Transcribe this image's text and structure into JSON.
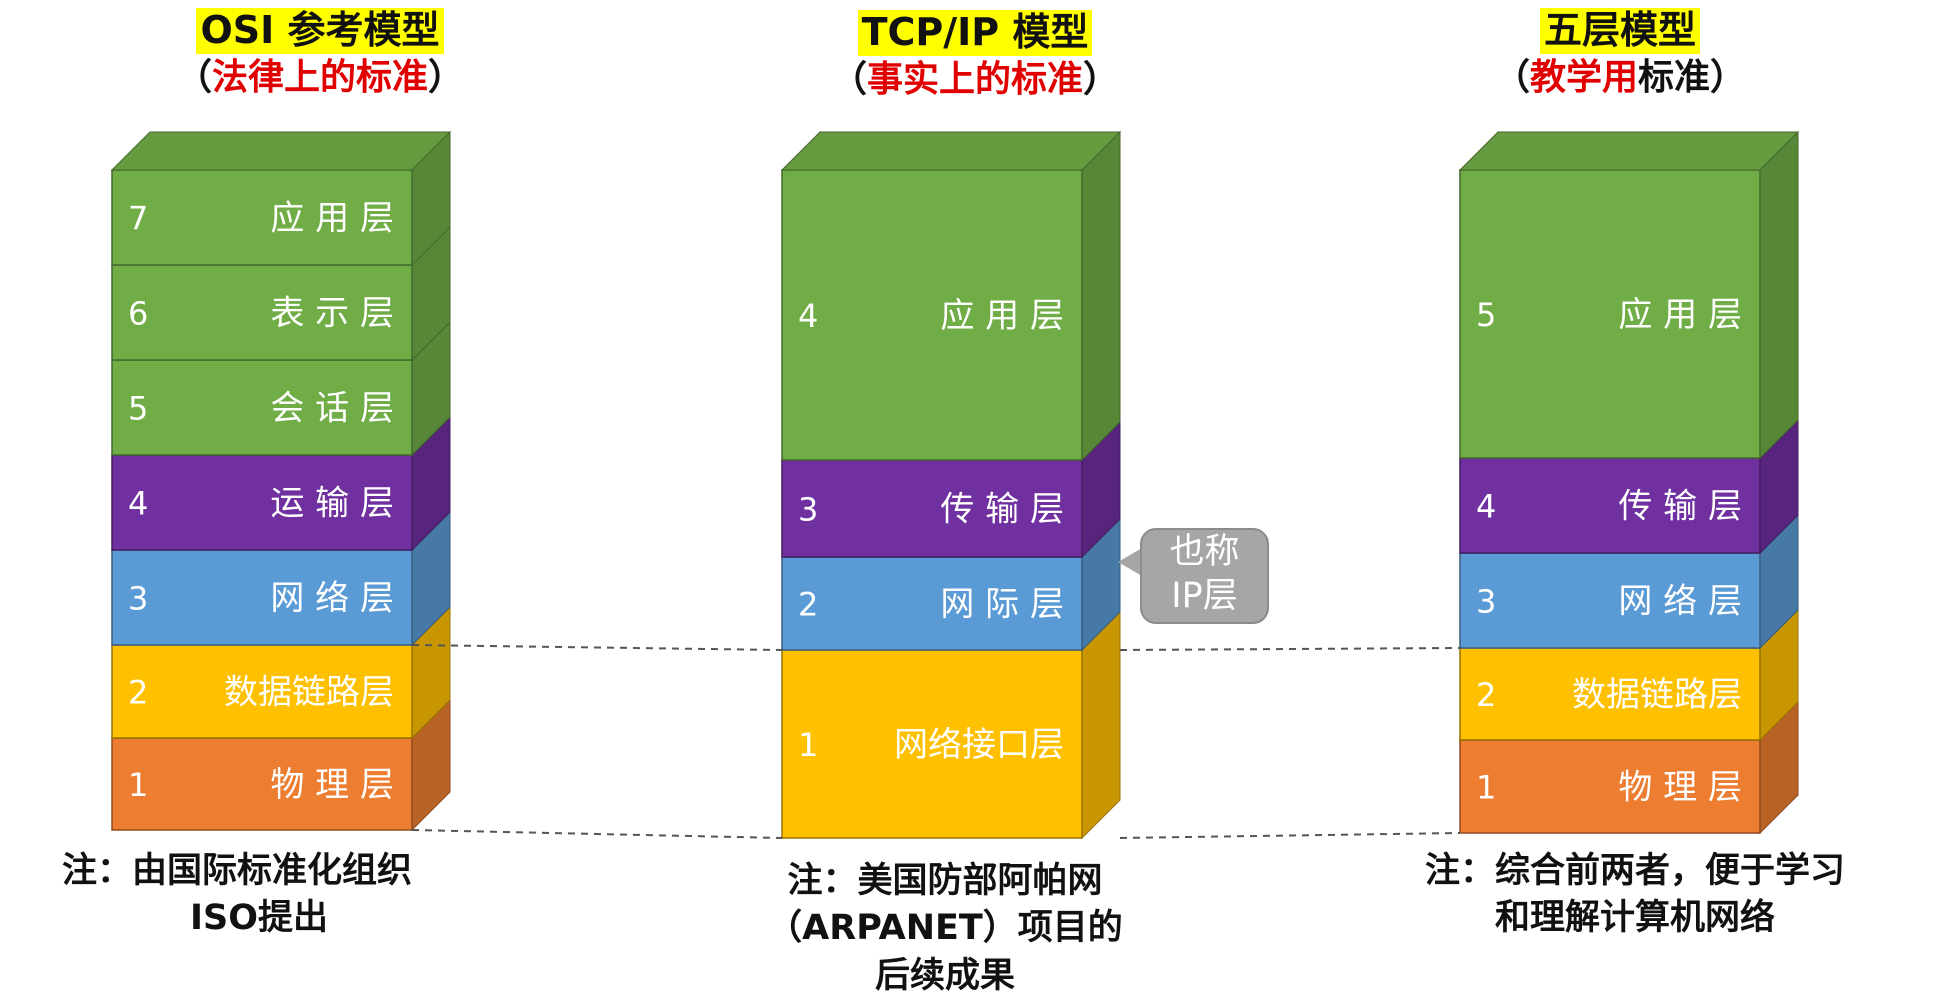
{
  "osi": {
    "title": "OSI 参考模型",
    "sub_open": "（",
    "sub_red": "法律上的标准",
    "sub_black": "",
    "sub_close": "）",
    "note_line1": "注：由国际标准化组织",
    "note_line2": "ISO提出",
    "layers": [
      {
        "num": "7",
        "name": "应 用 层",
        "color": "#70ad47"
      },
      {
        "num": "6",
        "name": "表 示 层",
        "color": "#70ad47"
      },
      {
        "num": "5",
        "name": "会 话 层",
        "color": "#70ad47"
      },
      {
        "num": "4",
        "name": "运 输 层",
        "color": "#7030a0"
      },
      {
        "num": "3",
        "name": "网 络 层",
        "color": "#5b9bd5"
      },
      {
        "num": "2",
        "name": "数据链路层",
        "color": "#ffc000"
      },
      {
        "num": "1",
        "name": "物 理 层",
        "color": "#ed7d31"
      }
    ]
  },
  "tcpip": {
    "title": "TCP/IP 模型",
    "sub_open": "（",
    "sub_red": "事实上的标准",
    "sub_black": "",
    "sub_close": "）",
    "note_line1": "注：美国防部阿帕网",
    "note_line2": "（ARPANET）项目的",
    "note_line3": "后续成果",
    "bubble": "也称IP层",
    "layers": [
      {
        "num": "4",
        "name": "应 用 层",
        "color": "#70ad47"
      },
      {
        "num": "3",
        "name": "传 输 层",
        "color": "#7030a0"
      },
      {
        "num": "2",
        "name": "网 际 层",
        "color": "#5b9bd5"
      },
      {
        "num": "1",
        "name": "网络接口层",
        "color": "#ffc000"
      }
    ]
  },
  "five": {
    "title": "五层模型",
    "sub_open": "（",
    "sub_red": "教学用",
    "sub_black": "标准",
    "sub_close": "）",
    "note_line1": "注：综合前两者，便于学习",
    "note_line2": "和理解计算机网络",
    "layers": [
      {
        "num": "5",
        "name": "应 用 层",
        "color": "#70ad47"
      },
      {
        "num": "4",
        "name": "传 输 层",
        "color": "#7030a0"
      },
      {
        "num": "3",
        "name": "网 络 层",
        "color": "#5b9bd5"
      },
      {
        "num": "2",
        "name": "数据链路层",
        "color": "#ffc000"
      },
      {
        "num": "1",
        "name": "物 理 层",
        "color": "#ed7d31"
      }
    ]
  }
}
